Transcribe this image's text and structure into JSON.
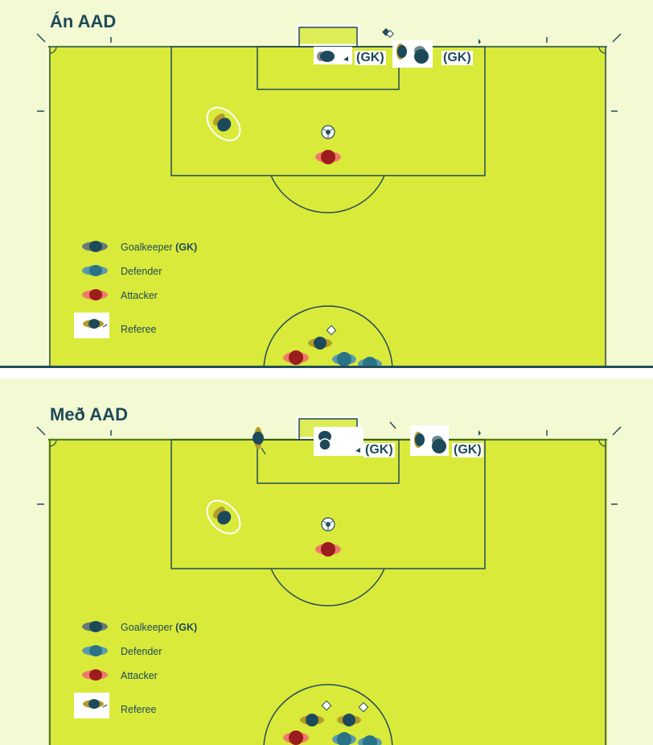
{
  "panels": [
    {
      "title": "Án AAD",
      "gk_tag": "(GK)",
      "legend": {
        "goalkeeper": "Goalkeeper",
        "goalkeeper_abbr": "(GK)",
        "defender": "Defender",
        "attacker": "Attacker",
        "referee": "Referee"
      }
    },
    {
      "title": "Með AAD",
      "gk_tag": "(GK)",
      "legend": {
        "goalkeeper": "Goalkeeper",
        "goalkeeper_abbr": "(GK)",
        "defender": "Defender",
        "attacker": "Attacker",
        "referee": "Referee"
      }
    }
  ],
  "colors": {
    "pitch": "#d9ea3a",
    "outer": "#f3f9d2",
    "line": "#234d5b",
    "goalkeeper": "#1d4a5a",
    "defender": "#2a7285",
    "attacker": "#9c1d1d",
    "referee_shirt": "#1d4a5a",
    "referee_accent": "#b39a2a"
  },
  "icons": [
    "ball-icon",
    "corner-flag-icon",
    "player-icon",
    "referee-icon"
  ]
}
